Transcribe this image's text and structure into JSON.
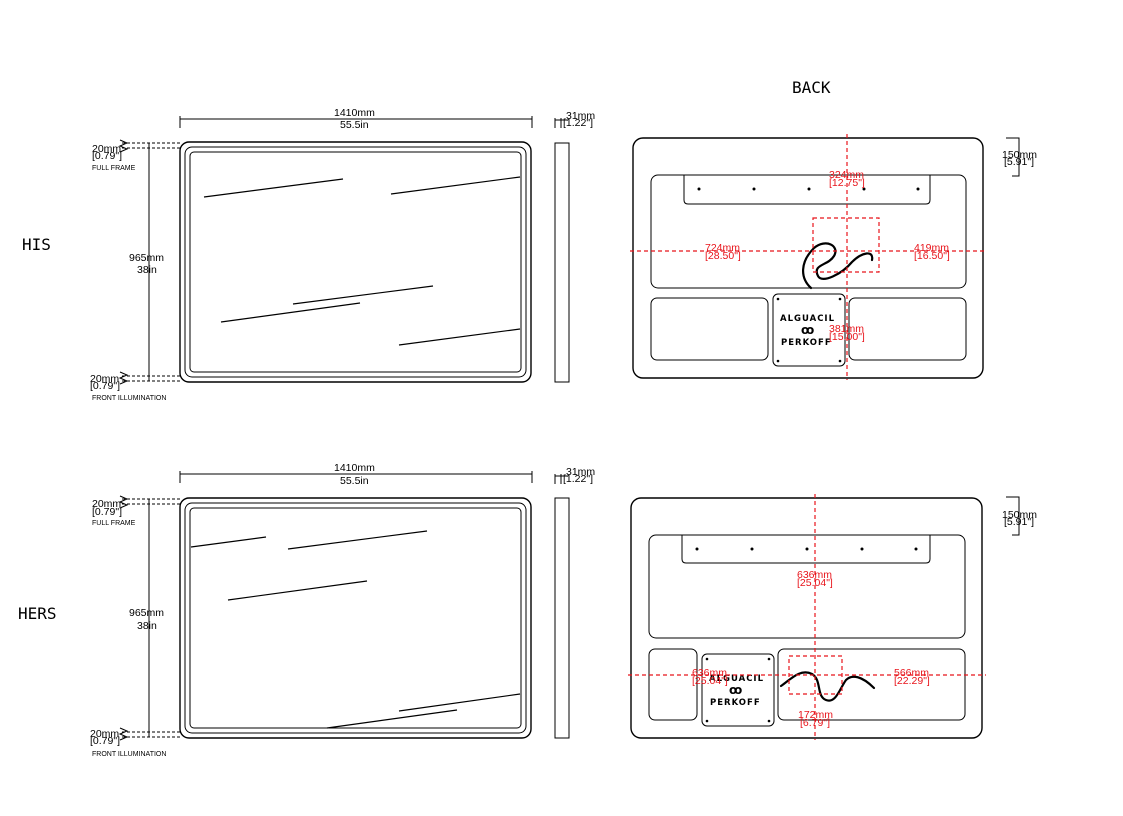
{
  "labels": {
    "back": "BACK",
    "his": "HIS",
    "hers": "HERS"
  },
  "his": {
    "width_mm": "1410mm",
    "width_in": "55.5in",
    "depth_mm": "31mm",
    "depth_in": "[1.22\"]",
    "frame_mm": "20mm",
    "frame_in": "[0.79\"]",
    "frame_label": "FULL FRAME",
    "height_mm": "965mm",
    "height_in": "38in",
    "illum_mm": "20mm",
    "illum_in": "[0.79\"]",
    "illum_label": "FRONT ILLUMINATION",
    "back": {
      "box_depth_mm": "150mm",
      "box_depth_in": "[5.91\"]",
      "top_mm": "324mm",
      "top_in": "[12.75\"]",
      "left_mm": "724mm",
      "left_in": "[28.50\"]",
      "right_mm": "419mm",
      "right_in": "[16.50\"]",
      "bottom_mm": "381mm",
      "bottom_in": "[15.00\"]",
      "logo_line1": "ALGUACIL",
      "logo_mark": "ꝏ",
      "logo_line2": "PERKOFF"
    }
  },
  "hers": {
    "width_mm": "1410mm",
    "width_in": "55.5in",
    "depth_mm": "31mm",
    "depth_in": "[1.22\"]",
    "frame_mm": "20mm",
    "frame_in": "[0.79\"]",
    "frame_label": "FULL FRAME",
    "height_mm": "965mm",
    "height_in": "38in",
    "illum_mm": "20mm",
    "illum_in": "[0.79\"]",
    "illum_label": "FRONT ILLUMINATION",
    "back": {
      "box_depth_mm": "150mm",
      "box_depth_in": "[5.91\"]",
      "top_mm": "636mm",
      "top_in": "[25.04\"]",
      "left_mm": "636mm",
      "left_in": "[25.04\"]",
      "right_mm": "566mm",
      "right_in": "[22.29\"]",
      "bottom_mm": "172mm",
      "bottom_in": "[6.79\"]",
      "logo_line1": "ALGUACIL",
      "logo_mark": "ꝏ",
      "logo_line2": "PERKOFF"
    }
  }
}
